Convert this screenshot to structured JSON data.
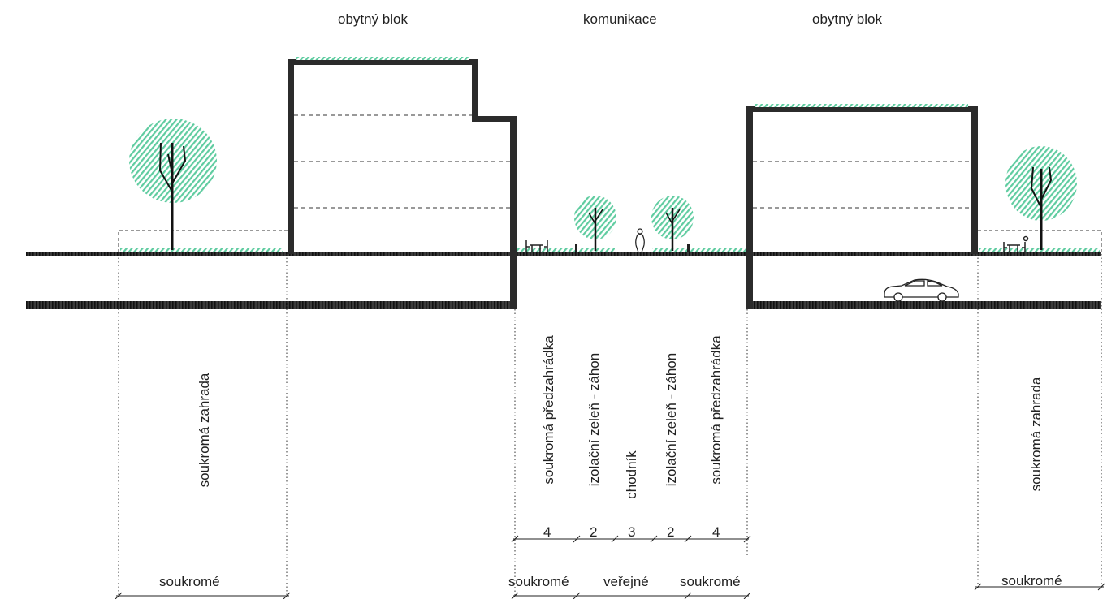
{
  "headings": {
    "block_left": "obytný blok",
    "road": "komunikace",
    "block_right": "obytný blok"
  },
  "zones": {
    "garden_left": "soukromá zahrada",
    "front_garden_left": "soukromá předzahrádka",
    "green_strip_left": "izolační zeleň - záhon",
    "sidewalk": "chodník",
    "green_strip_right": "izolační zeleň - záhon",
    "front_garden_right": "soukromá předzahrádka",
    "garden_right": "soukromá zahrada"
  },
  "widths": {
    "front_garden_left": "4",
    "green_strip_left": "2",
    "sidewalk": "3",
    "green_strip_right": "2",
    "front_garden_right": "4"
  },
  "ownership": {
    "garden_left": "soukromé",
    "front_garden_left": "soukromé",
    "public": "veřejné",
    "front_garden_right": "soukromé",
    "garden_right": "soukromé"
  },
  "colors": {
    "greenery": "#5fcca0",
    "structure": "#2b2b2b",
    "line": "#333333"
  }
}
